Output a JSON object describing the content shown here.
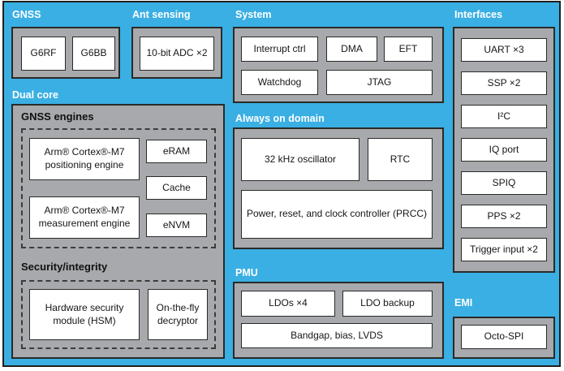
{
  "colors": {
    "background_cyan": "#3aafe3",
    "panel_gray": "#a7a9ac",
    "box_white": "#ffffff",
    "border_dark": "#2a2a28",
    "label_white": "#ffffff"
  },
  "sections": {
    "gnss": {
      "label": "GNSS",
      "items": [
        "G6RF",
        "G6BB"
      ]
    },
    "ant_sensing": {
      "label": "Ant sensing",
      "items": [
        "10-bit ADC ×2"
      ]
    },
    "system": {
      "label": "System",
      "row1": [
        "Interrupt ctrl",
        "DMA",
        "EFT"
      ],
      "row2": [
        "Watchdog",
        "JTAG"
      ]
    },
    "interfaces": {
      "label": "Interfaces",
      "items": [
        "UART ×3",
        "SSP ×2",
        "I²C",
        "IQ port",
        "SPIQ",
        "PPS ×2",
        "Trigger input ×2"
      ]
    },
    "dual_core": {
      "label": "Dual core",
      "gnss_engines": {
        "heading": "GNSS engines",
        "positioning_engine": "Arm® Cortex®-M7 positioning engine",
        "measurement_engine": "Arm® Cortex®-M7 measurement engine",
        "eram": "eRAM",
        "cache": "Cache",
        "envm": "eNVM"
      },
      "security": {
        "heading": "Security/integrity",
        "hsm": "Hardware security module (HSM)",
        "decryptor": "On-the-fly decryptor"
      }
    },
    "always_on": {
      "label": "Always on domain",
      "oscillator": "32 kHz oscillator",
      "rtc": "RTC",
      "prcc": "Power, reset, and clock controller (PRCC)"
    },
    "pmu": {
      "label": "PMU",
      "ldos": "LDOs ×4",
      "ldo_backup": "LDO backup",
      "bandgap": "Bandgap, bias, LVDS"
    },
    "emi": {
      "label": "EMI",
      "items": [
        "Octo-SPI"
      ]
    }
  }
}
